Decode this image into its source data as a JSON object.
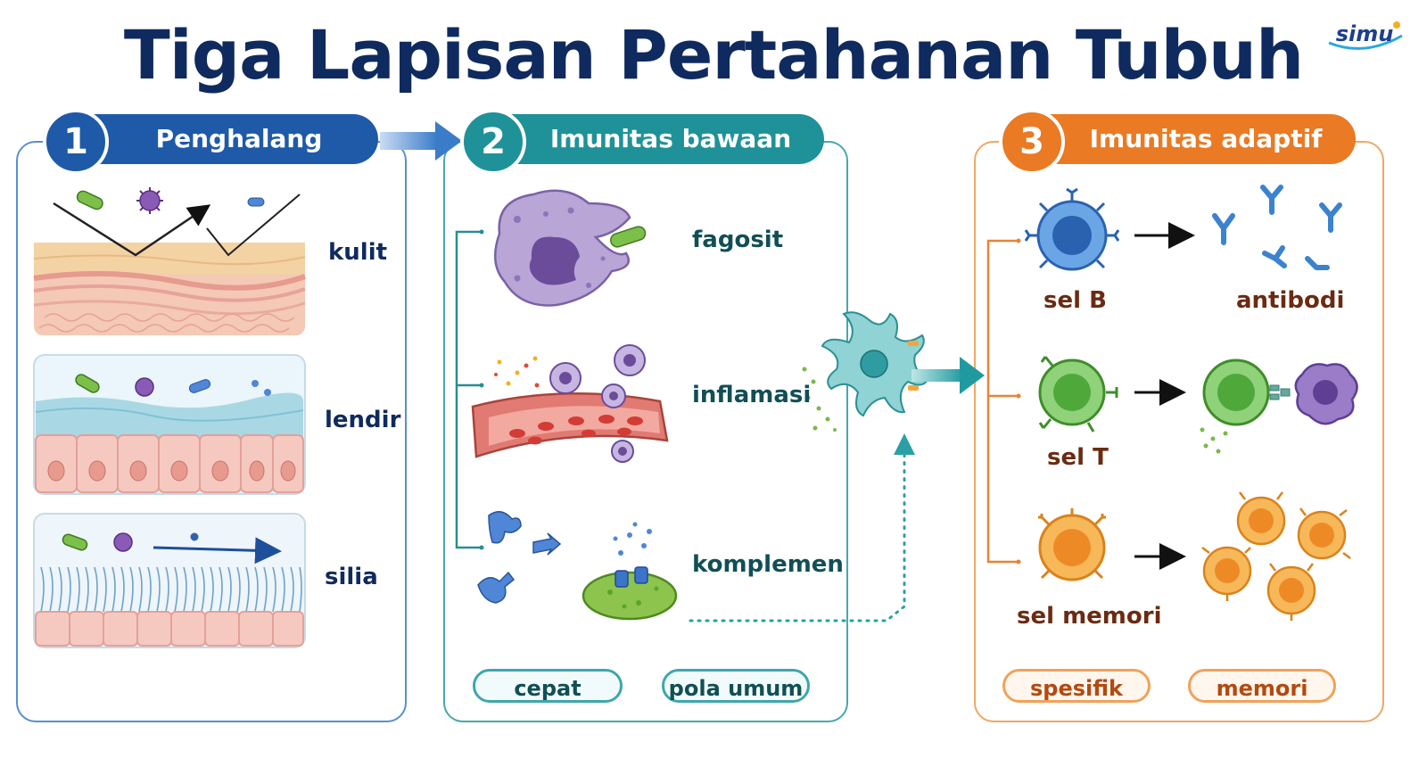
{
  "title": "Tiga Lapisan Pertahanan Tubuh",
  "logo": "simu",
  "colors": {
    "navy": "#0f2a5e",
    "blue": "#1e5aa8",
    "teal": "#1f9299",
    "orange": "#ea7a24"
  },
  "panels": [
    {
      "number": "1",
      "header": "Penghalang",
      "items": [
        "kulit",
        "lendir",
        "silia"
      ]
    },
    {
      "number": "2",
      "header": "Imunitas bawaan",
      "items": [
        "fagosit",
        "inflamasi",
        "komplemen"
      ],
      "tags": [
        "cepat",
        "pola umum"
      ]
    },
    {
      "number": "3",
      "header": "Imunitas adaptif",
      "items": [
        "sel B",
        "antibodi",
        "sel T",
        "sel memori"
      ],
      "tags": [
        "spesifik",
        "memori"
      ]
    }
  ],
  "icons": [
    "bacteria-icon",
    "virus-icon",
    "phagocyte-icon",
    "blood-vessel-icon",
    "dendritic-cell-icon",
    "b-cell-icon",
    "antibody-icon",
    "t-cell-icon",
    "memory-cell-icon"
  ]
}
